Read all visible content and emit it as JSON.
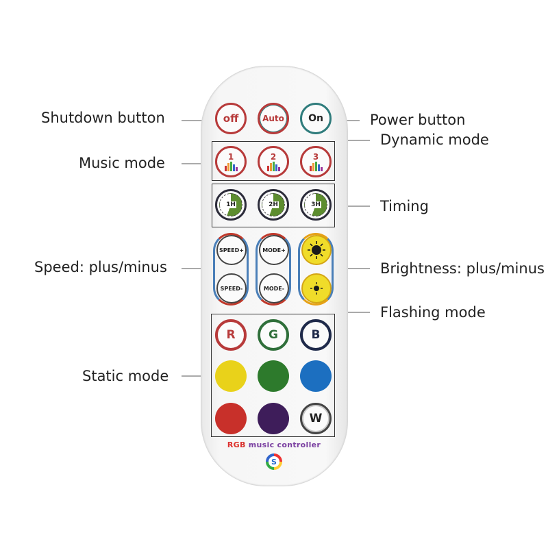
{
  "labels": {
    "shutdown": "Shutdown button",
    "power": "Power button",
    "dynamic": "Dynamic mode",
    "music": "Music mode",
    "timing": "Timing",
    "speed": "Speed: plus/minus",
    "brightness": "Brightness: plus/minus",
    "flashing": "Flashing mode",
    "static": "Static mode"
  },
  "buttons": {
    "off": "off",
    "auto": "Auto",
    "on": "On",
    "music": [
      "1",
      "2",
      "3"
    ],
    "timers": [
      "1H",
      "2H",
      "3H"
    ],
    "speed_plus": "SPEED+",
    "speed_minus": "SPEED-",
    "mode_plus": "MODE+",
    "mode_minus": "MODE-",
    "r": "R",
    "g": "G",
    "b": "B",
    "w": "W"
  },
  "brand": {
    "rgb": "RGB",
    "rest": " music controller",
    "logo": "S"
  },
  "colors": {
    "yellow": "#e9d21a",
    "green": "#2d7a2c",
    "blue": "#1c6fc0",
    "red": "#c8302a",
    "purple": "#3e1d5a",
    "ring_red": "#b73a3a",
    "ring_green": "#2f6f3a",
    "ring_blue": "#1f2a4a"
  }
}
